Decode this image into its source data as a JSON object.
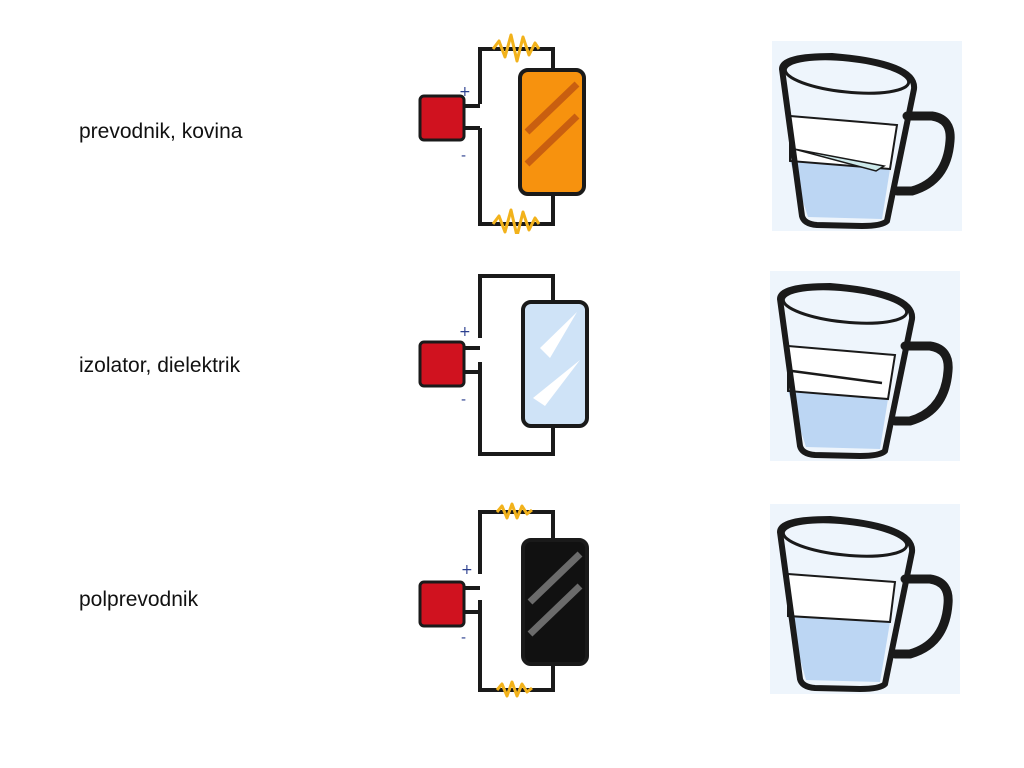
{
  "rows": [
    {
      "label": "prevodnik, kovina",
      "material": "conductor",
      "material_color": "#f7920e",
      "stripe_color": "#c95f10",
      "fill_level": 0.4
    },
    {
      "label": "izolator, dielektrik",
      "material": "insulator",
      "material_color": "#cfe3f7",
      "stripe_color": "#ffffff",
      "fill_level": 0.4
    },
    {
      "label": "polprevodnik",
      "material": "semiconductor",
      "material_color": "#111111",
      "stripe_color": "#6b6b6b",
      "fill_level": 0.4
    }
  ],
  "battery": {
    "plus": "+",
    "minus": "-",
    "color": "#d0121f"
  },
  "colors": {
    "wire": "#1a1a1a",
    "spark": "#f2b21b",
    "water": "#bcd6f3",
    "glass_bg": "#eef5fc",
    "sign": "#2b3f8f"
  }
}
